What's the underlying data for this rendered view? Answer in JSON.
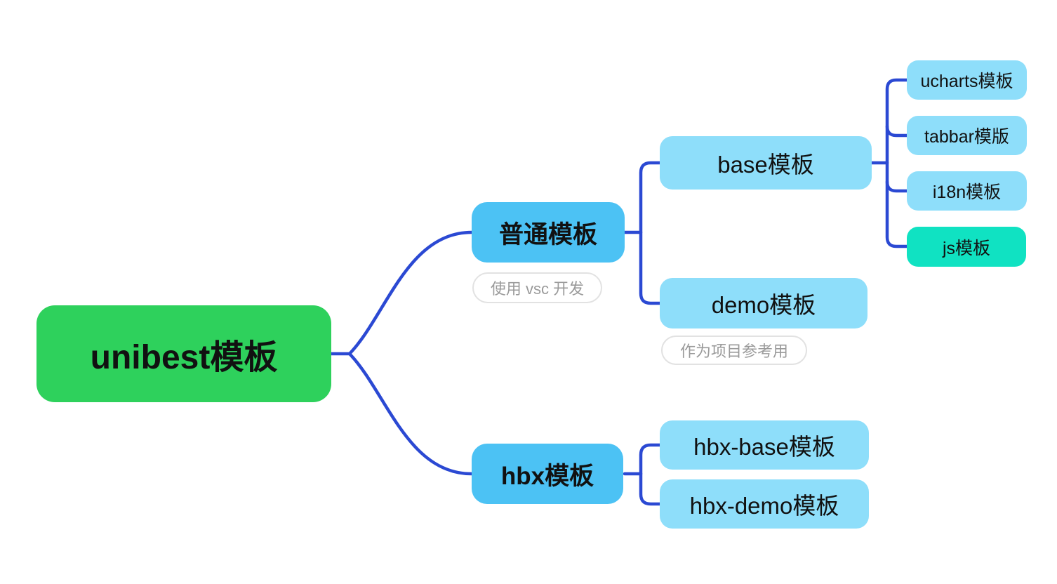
{
  "app": {
    "type": "mindmap-canvas"
  },
  "colors": {
    "canvas_bg": "#ffffff",
    "root_bg": "#2ed15c",
    "branch_bg": "#4cc2f4",
    "child_bg": "#8edefa",
    "highlight_bg": "#10e2c2",
    "connector": "#2b49d3",
    "node_text": "#111111",
    "note_text": "#9a9a9a",
    "note_border": "#e2e2e2"
  },
  "tree": {
    "root": {
      "label": "unibest模板"
    },
    "branches": [
      {
        "label": "普通模板",
        "note": "使用 vsc 开发",
        "children": [
          {
            "label": "base模板",
            "children": [
              {
                "label": "ucharts模板"
              },
              {
                "label": "tabbar模版"
              },
              {
                "label": "i18n模板"
              },
              {
                "label": "js模板",
                "highlighted": true
              }
            ]
          },
          {
            "label": "demo模板",
            "note": "作为项目参考用"
          }
        ]
      },
      {
        "label": "hbx模板",
        "children": [
          {
            "label": "hbx-base模板"
          },
          {
            "label": "hbx-demo模板"
          }
        ]
      }
    ]
  }
}
